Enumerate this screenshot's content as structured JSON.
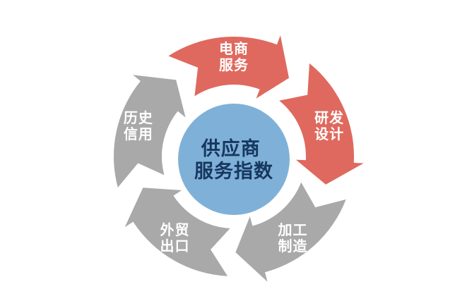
{
  "diagram": {
    "type": "cycle",
    "direction": "clockwise",
    "center": {
      "line1": "供应商",
      "line2": "服务指数",
      "fill": "#7FB1D8",
      "text_color": "#17375E"
    },
    "colors": {
      "highlight": "#DF695E",
      "muted": "#A9A9A9",
      "label_text": "#FFFFFF",
      "background": "#FFFFFF"
    },
    "segments": [
      {
        "name": "ecommerce-services",
        "line1": "电商",
        "line2": "服务",
        "position": "top",
        "angle": -90,
        "color": "#DF695E"
      },
      {
        "name": "rd-design",
        "line1": "研发",
        "line2": "设计",
        "position": "right",
        "angle": -18,
        "color": "#DF695E"
      },
      {
        "name": "processing-manufacturing",
        "line1": "加工",
        "line2": "制造",
        "position": "bottom-right",
        "angle": 54,
        "color": "#A9A9A9"
      },
      {
        "name": "foreign-trade-export",
        "line1": "外贸",
        "line2": "出口",
        "position": "bottom-left",
        "angle": 126,
        "color": "#A9A9A9"
      },
      {
        "name": "historical-credit",
        "line1": "历史",
        "line2": "信用",
        "position": "left",
        "angle": 198,
        "color": "#A9A9A9"
      }
    ]
  }
}
